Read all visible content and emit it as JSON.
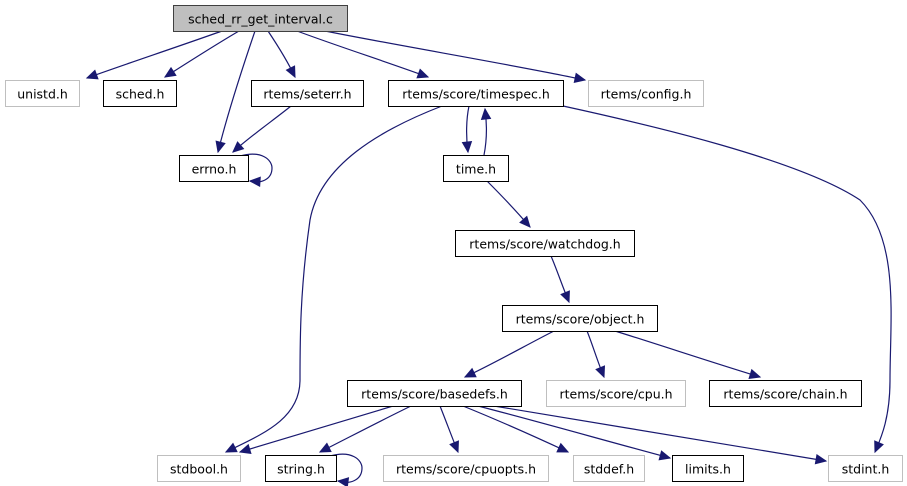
{
  "diagram": {
    "type": "include-dependency-graph",
    "colors": {
      "edge": "#191970",
      "root_fill": "#bfbfbf",
      "root_border": "#404040",
      "documented_border": "#000000",
      "undocumented_border": "#bfbfbf",
      "node_fill": "#ffffff"
    },
    "nodes": [
      {
        "id": "root",
        "label": "sched_rr_get_interval.c",
        "kind": "root"
      },
      {
        "id": "unistd",
        "label": "unistd.h",
        "kind": "undocumented"
      },
      {
        "id": "sched",
        "label": "sched.h",
        "kind": "documented"
      },
      {
        "id": "errno",
        "label": "errno.h",
        "kind": "documented"
      },
      {
        "id": "seterr",
        "label": "rtems/seterr.h",
        "kind": "documented"
      },
      {
        "id": "timespec",
        "label": "rtems/score/timespec.h",
        "kind": "documented"
      },
      {
        "id": "config",
        "label": "rtems/config.h",
        "kind": "undocumented"
      },
      {
        "id": "time",
        "label": "time.h",
        "kind": "documented"
      },
      {
        "id": "watchdog",
        "label": "rtems/score/watchdog.h",
        "kind": "documented"
      },
      {
        "id": "object",
        "label": "rtems/score/object.h",
        "kind": "documented"
      },
      {
        "id": "basedefs",
        "label": "rtems/score/basedefs.h",
        "kind": "documented"
      },
      {
        "id": "cpu",
        "label": "rtems/score/cpu.h",
        "kind": "undocumented"
      },
      {
        "id": "chain",
        "label": "rtems/score/chain.h",
        "kind": "documented"
      },
      {
        "id": "stdbool",
        "label": "stdbool.h",
        "kind": "undocumented"
      },
      {
        "id": "string",
        "label": "string.h",
        "kind": "documented"
      },
      {
        "id": "cpuopts",
        "label": "rtems/score/cpuopts.h",
        "kind": "undocumented"
      },
      {
        "id": "stddef",
        "label": "stddef.h",
        "kind": "undocumented"
      },
      {
        "id": "limits",
        "label": "limits.h",
        "kind": "documented"
      },
      {
        "id": "stdint",
        "label": "stdint.h",
        "kind": "undocumented"
      }
    ],
    "edges": [
      {
        "from": "root",
        "to": "unistd"
      },
      {
        "from": "root",
        "to": "sched"
      },
      {
        "from": "root",
        "to": "errno"
      },
      {
        "from": "root",
        "to": "seterr"
      },
      {
        "from": "root",
        "to": "timespec"
      },
      {
        "from": "root",
        "to": "config"
      },
      {
        "from": "seterr",
        "to": "errno"
      },
      {
        "from": "errno",
        "to": "errno"
      },
      {
        "from": "timespec",
        "to": "stdbool"
      },
      {
        "from": "timespec",
        "to": "time"
      },
      {
        "from": "timespec",
        "to": "stdint"
      },
      {
        "from": "time",
        "to": "timespec"
      },
      {
        "from": "time",
        "to": "watchdog"
      },
      {
        "from": "watchdog",
        "to": "object"
      },
      {
        "from": "object",
        "to": "basedefs"
      },
      {
        "from": "object",
        "to": "cpu"
      },
      {
        "from": "object",
        "to": "chain"
      },
      {
        "from": "basedefs",
        "to": "stdbool"
      },
      {
        "from": "basedefs",
        "to": "string"
      },
      {
        "from": "basedefs",
        "to": "cpuopts"
      },
      {
        "from": "basedefs",
        "to": "stddef"
      },
      {
        "from": "basedefs",
        "to": "limits"
      },
      {
        "from": "basedefs",
        "to": "stdint"
      },
      {
        "from": "string",
        "to": "string"
      }
    ]
  }
}
